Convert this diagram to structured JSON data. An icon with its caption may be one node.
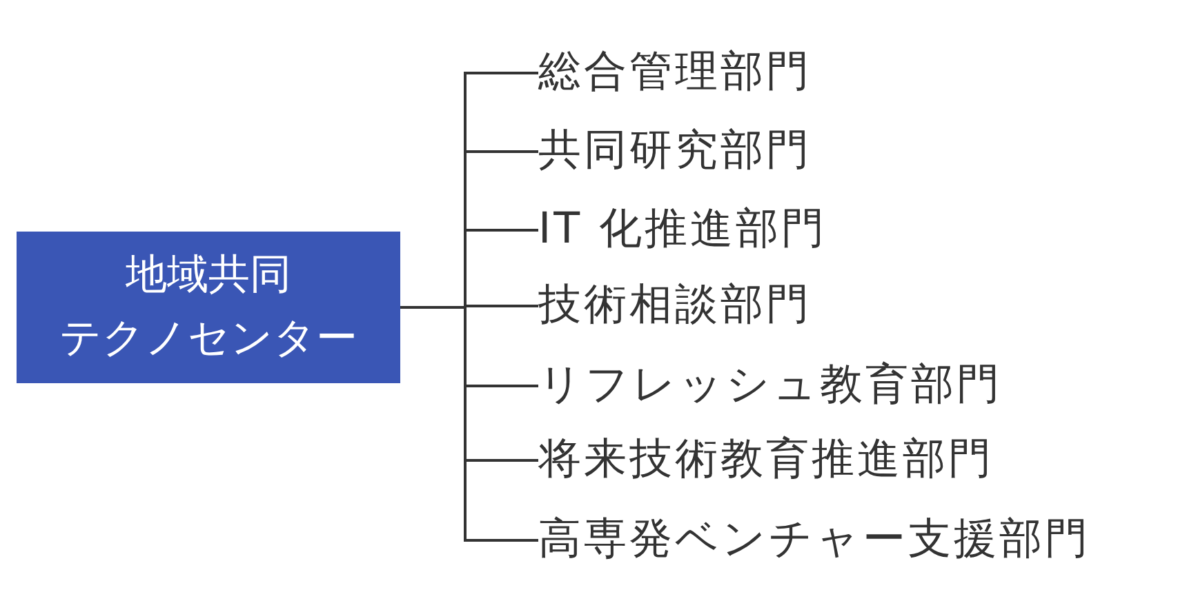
{
  "diagram": {
    "nodes": [
      {
        "text": [
          "地域共同テクノセンター"
        ]
      },
      {
        "text": [
          "総合管理部門"
        ]
      },
      {
        "text": [
          "共同研究部門"
        ]
      },
      {
        "text": [
          "IT 化推進部門"
        ]
      },
      {
        "text": [
          "技術相談部門"
        ]
      },
      {
        "text": [
          "リフレッシュ教育部門"
        ]
      },
      {
        "text": [
          "将来技術教育推進部門"
        ]
      },
      {
        "text": [
          "高専発ベンチャー支援部門"
        ]
      }
    ],
    "edges": [
      {
        "from": 0,
        "to": 1,
        "arrow": "none"
      },
      {
        "from": 0,
        "to": 2,
        "arrow": "none"
      },
      {
        "from": 0,
        "to": 3,
        "arrow": "none"
      },
      {
        "from": 0,
        "to": 4,
        "arrow": "none"
      },
      {
        "from": 0,
        "to": 5,
        "arrow": "none"
      },
      {
        "from": 0,
        "to": 6,
        "arrow": "none"
      },
      {
        "from": 0,
        "to": 7,
        "arrow": "none"
      }
    ]
  }
}
